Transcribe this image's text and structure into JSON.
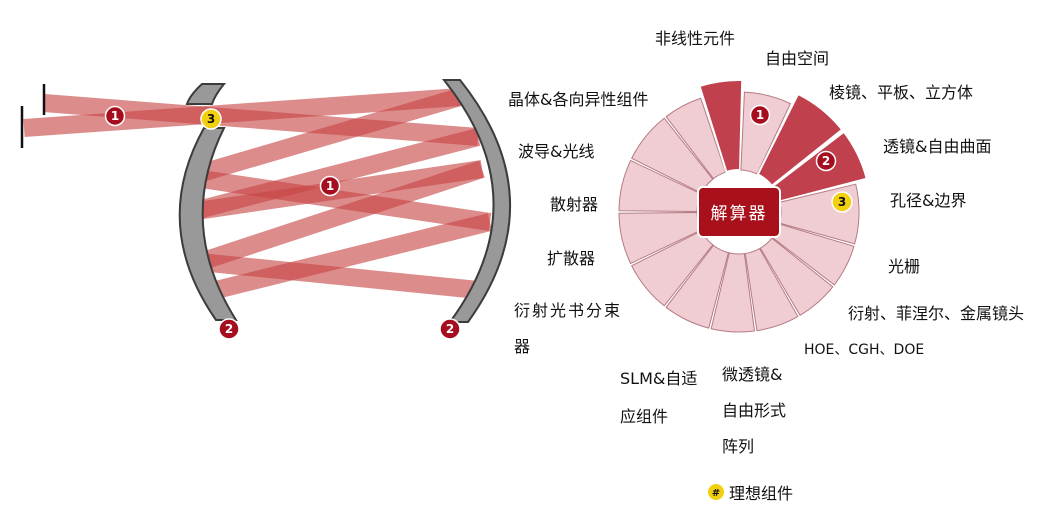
{
  "center_label": "解算器",
  "badges": {
    "one": "1",
    "two": "2",
    "three": "3"
  },
  "labels": {
    "nonlinear": "非线性元件",
    "free_space": "自由空间",
    "prism": "棱镜、平板、立方体",
    "crystal": "晶体&各向异性组件",
    "lens_freeform": "透镜&自由曲面",
    "waveguide": "波导&光线",
    "aperture": "孔径&边界",
    "scatterer": "散射器",
    "grating": "光栅",
    "diffuser": "扩散器",
    "diffractive_fresnel": "衍射、菲涅尔、金属镜头",
    "diffractive_beamsplitter_1": "衍射光书分束",
    "diffractive_beamsplitter_2": "器",
    "hoe": "HOE、CGH、DOE",
    "slm_1": "SLM&自适",
    "slm_2": "应组件",
    "microlens_1": "微透镜&",
    "microlens_2": "自由形式",
    "microlens_3": "阵列",
    "legend_symbol": "#",
    "legend_text": "理想组件"
  },
  "colors": {
    "beam": "#c84646",
    "mirror": "#999999",
    "mirror_edge": "#3c3c3c",
    "sector_light": "#efcdd2",
    "sector_highlight": "#c0404e",
    "sector_stroke": "#b57b84",
    "center_box": "#a8101c",
    "badge_red": "#a50e1e",
    "badge_yellow": "#f2cf0f"
  }
}
